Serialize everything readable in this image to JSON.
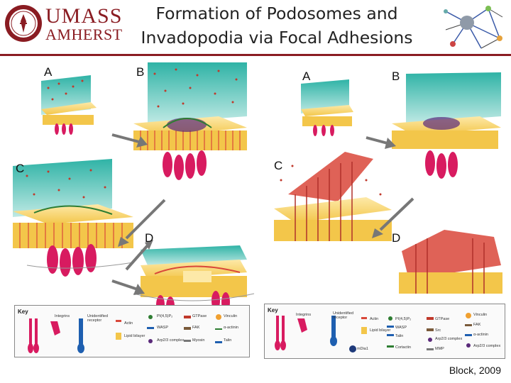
{
  "header": {
    "title_line1": "Formation of Podosomes and",
    "title_line2": "Invadopodia via Focal Adhesions",
    "logo_line1": "UMASS",
    "logo_line2": "AMHERST"
  },
  "panels": {
    "left": {
      "labels": [
        "A",
        "B",
        "C",
        "D"
      ]
    },
    "right": {
      "labels": [
        "A",
        "B",
        "C",
        "D"
      ]
    }
  },
  "key_left": {
    "title": "Key",
    "items": [
      "Integrins",
      "Unidentified receptor",
      "Actin",
      "Lipid bilayer",
      "PI(4,5)P₂",
      "WASP",
      "Arp2/3 complex",
      "GTPase",
      "FAK",
      "Myosin",
      "Vinculin",
      "α-actinin",
      "Talin"
    ]
  },
  "key_right": {
    "title": "Key",
    "items": [
      "Integrins",
      "Unidentified receptor",
      "Actin",
      "Lipid bilayer",
      "PI(4,5)P₂",
      "WASP",
      "Talin",
      "Cortactin",
      "GTPase",
      "Src",
      "Arp2/3 complex",
      "MMP",
      "Vinculin",
      "FAK",
      "α-actinin",
      "mDia1",
      "Arp2/3 complex"
    ]
  },
  "citation": "Block, 2009",
  "colors": {
    "brand": "#8a1c22",
    "membrane": "#f3c64a",
    "extracellular": "#2fb3a6",
    "actin": "#d9473a",
    "receptor": "#d81b60"
  }
}
